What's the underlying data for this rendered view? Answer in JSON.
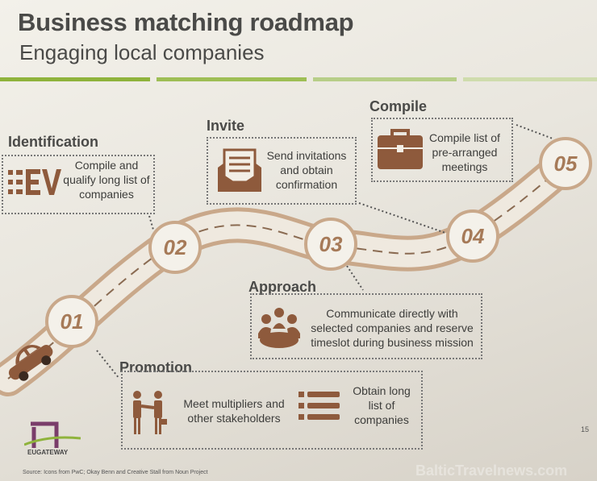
{
  "slide": {
    "title": "Business matching roadmap",
    "subtitle": "Engaging local companies",
    "accent_colors": [
      "#8fb33c",
      "#9ebe55",
      "#b7ce88",
      "#cfdcad"
    ],
    "road_color": "#c9a88a",
    "circle_text_color": "#a67a58",
    "icon_color": "#8e5a3c"
  },
  "steps": [
    {
      "number": "01"
    },
    {
      "number": "02"
    },
    {
      "number": "03"
    },
    {
      "number": "04"
    },
    {
      "number": "05"
    }
  ],
  "sections": {
    "identification": {
      "title": "Identification",
      "text": "Compile and qualify long list of companies",
      "icon": "ev-list-icon"
    },
    "invite": {
      "title": "Invite",
      "text": "Send invitations and obtain confirmation",
      "icon": "envelope-icon"
    },
    "compile": {
      "title": "Compile",
      "text": "Compile list of pre-arranged meetings",
      "icon": "briefcase-icon"
    },
    "approach": {
      "title": "Approach",
      "text": "Communicate directly with selected companies and reserve timeslot during business mission",
      "icon": "meeting-icon"
    },
    "promotion": {
      "title": "Promotion",
      "text_left": "Meet multipliers and other stakeholders",
      "text_right": "Obtain long list of companies",
      "icon_left": "handshake-icon",
      "icon_right": "list-icon"
    }
  },
  "footer": {
    "source": "Source: Icons from PwC; Okay Benn and Creative Stall from Noun Project",
    "page_number": "15",
    "logo_text": "EUGATEWAY"
  },
  "watermark": "BalticTravelnews.com"
}
